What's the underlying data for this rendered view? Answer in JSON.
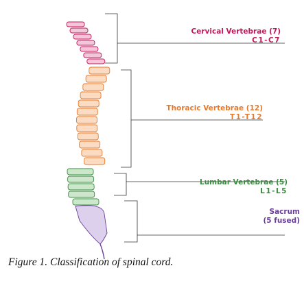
{
  "figure": {
    "caption": "Figure 1. Classification of spinal cord.",
    "regions": [
      {
        "id": "cervical",
        "name": "Cervical Vertebrae (7)",
        "range": "C1-C7",
        "color": "#c2185b"
      },
      {
        "id": "thoracic",
        "name": "Thoracic Vertebrae (12)",
        "range": "T1-T12",
        "color": "#e8792b"
      },
      {
        "id": "lumbar",
        "name": "Lumbar Vertebrae (5)",
        "range": "L1-L5",
        "color": "#3a8d3e"
      },
      {
        "id": "sacrum",
        "name": "Sacrum",
        "range": "(5 fused)",
        "color": "#6a3d9a"
      }
    ]
  }
}
